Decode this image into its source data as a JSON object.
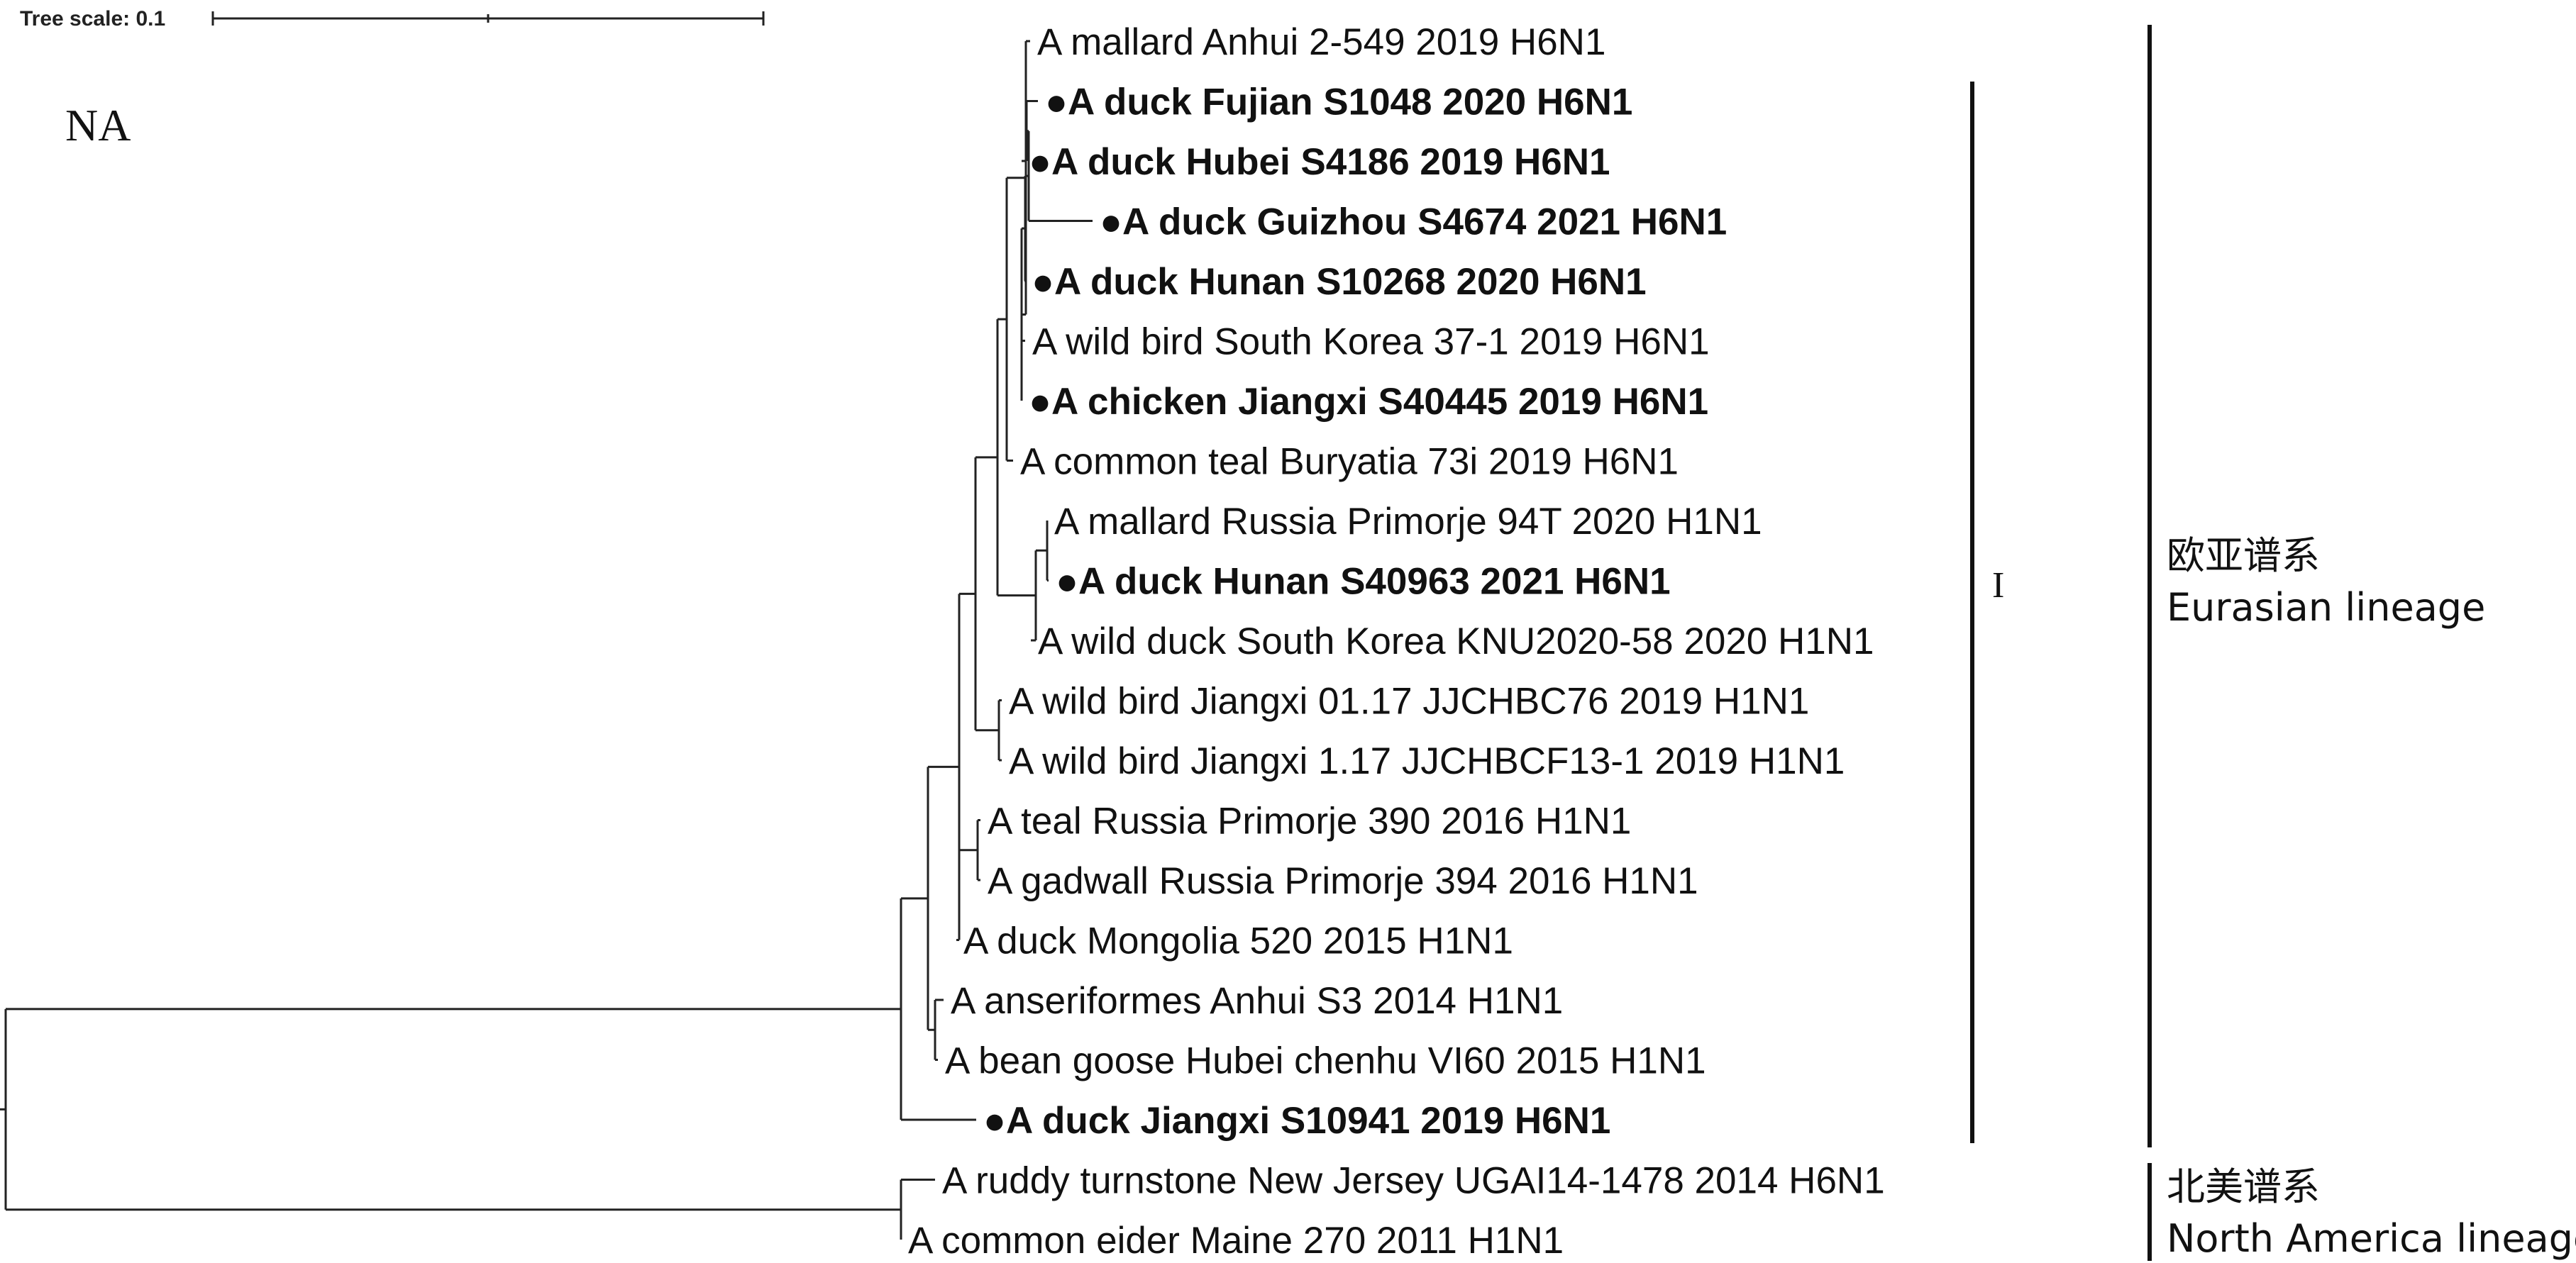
{
  "scale": {
    "label": "Tree scale: 0.1"
  },
  "panel_label": "NA",
  "leaves": [
    {
      "label": "A mallard Anhui 2-549 2019 H6N1",
      "marked": false
    },
    {
      "label": "A duck Fujian S1048 2020 H6N1",
      "marked": true
    },
    {
      "label": "A duck Hubei S4186 2019 H6N1",
      "marked": true
    },
    {
      "label": "A duck Guizhou S4674 2021 H6N1",
      "marked": true
    },
    {
      "label": "A duck Hunan S10268 2020 H6N1",
      "marked": true
    },
    {
      "label": "A wild bird South Korea 37-1 2019 H6N1",
      "marked": false
    },
    {
      "label": "A chicken Jiangxi S40445 2019 H6N1",
      "marked": true
    },
    {
      "label": "A common teal Buryatia 73i 2019 H6N1",
      "marked": false
    },
    {
      "label": "A mallard Russia Primorje 94T 2020 H1N1",
      "marked": false
    },
    {
      "label": "A duck Hunan S40963 2021 H6N1",
      "marked": true
    },
    {
      "label": "A wild duck South Korea KNU2020-58 2020 H1N1",
      "marked": false
    },
    {
      "label": "A wild bird Jiangxi 01.17 JJCHBC76 2019 H1N1",
      "marked": false
    },
    {
      "label": "A wild bird Jiangxi 1.17 JJCHBCF13-1 2019 H1N1",
      "marked": false
    },
    {
      "label": "A teal Russia Primorje 390 2016 H1N1",
      "marked": false
    },
    {
      "label": "A gadwall Russia Primorje 394 2016 H1N1",
      "marked": false
    },
    {
      "label": "A duck Mongolia 520 2015 H1N1",
      "marked": false
    },
    {
      "label": "A anseriformes Anhui S3 2014 H1N1",
      "marked": false
    },
    {
      "label": "A bean goose Hubei chenhu VI60 2015 H1N1",
      "marked": false
    },
    {
      "label": "A duck Jiangxi S10941 2019 H6N1",
      "marked": true
    },
    {
      "label": "A ruddy turnstone New Jersey UGAI14-1478 2014 H6N1",
      "marked": false
    },
    {
      "label": "A common eider Maine 270 2011 H1N1",
      "marked": false
    }
  ],
  "clade": {
    "label": "I"
  },
  "lineages": [
    {
      "zh": "欧亚谱系",
      "en": "Eurasian lineage"
    },
    {
      "zh": "北美谱系",
      "en": "North America lineage"
    }
  ]
}
